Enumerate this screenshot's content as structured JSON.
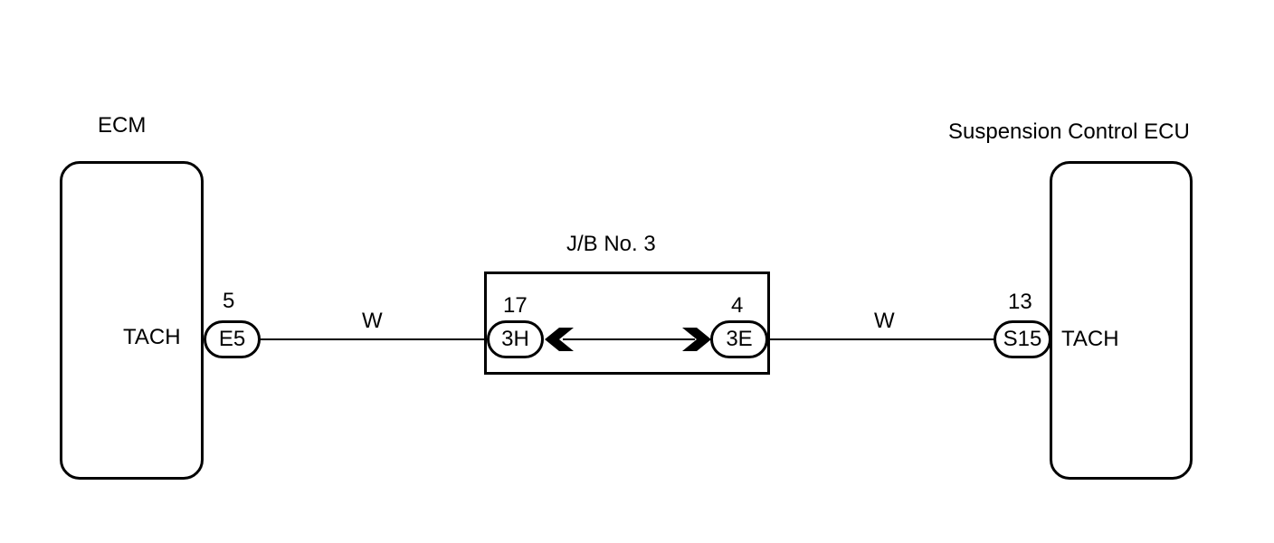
{
  "ecm": {
    "title": "ECM",
    "terminal_label": "TACH",
    "connector": "E5",
    "pin": "5"
  },
  "junction_block": {
    "title": "J/B No. 3",
    "left_connector": "3H",
    "left_pin": "17",
    "right_connector": "3E",
    "right_pin": "4"
  },
  "suspension_ecu": {
    "title": "Suspension Control ECU",
    "terminal_label": "TACH",
    "connector": "S15",
    "pin": "13"
  },
  "wires": {
    "left_color": "W",
    "right_color": "W"
  }
}
